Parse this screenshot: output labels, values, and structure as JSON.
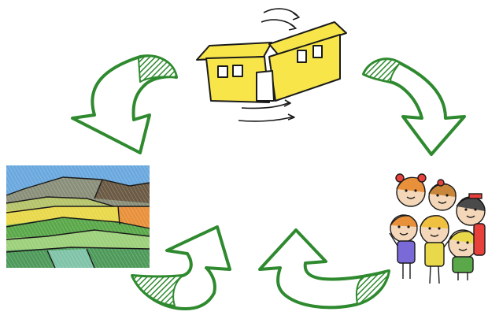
{
  "diagram": {
    "type": "cycle",
    "nodes": [
      {
        "id": "house",
        "icon": "folding-house-icon"
      },
      {
        "id": "children",
        "icon": "children-group-icon"
      },
      {
        "id": "landscape",
        "icon": "landscape-icon"
      }
    ],
    "edges": [
      {
        "from": "house",
        "to": "children",
        "icon": "recycle-arrow-icon"
      },
      {
        "from": "children",
        "to": "landscape",
        "icon": "recycle-arrow-icon"
      },
      {
        "from": "landscape",
        "to": "house",
        "icon": "recycle-arrow-icon"
      }
    ],
    "colors": {
      "arrow_stroke": "#2f8a2f",
      "arrow_fill": "#ffffff",
      "house_fill": "#f7e54a",
      "outline": "#1a1a1a",
      "sky": "#6aa8de",
      "hill_dark": "#6b5a44",
      "field_yellow": "#e8d84a",
      "field_green": "#5aa84a",
      "field_light": "#9cd07a",
      "field_orange": "#e8903a"
    }
  }
}
